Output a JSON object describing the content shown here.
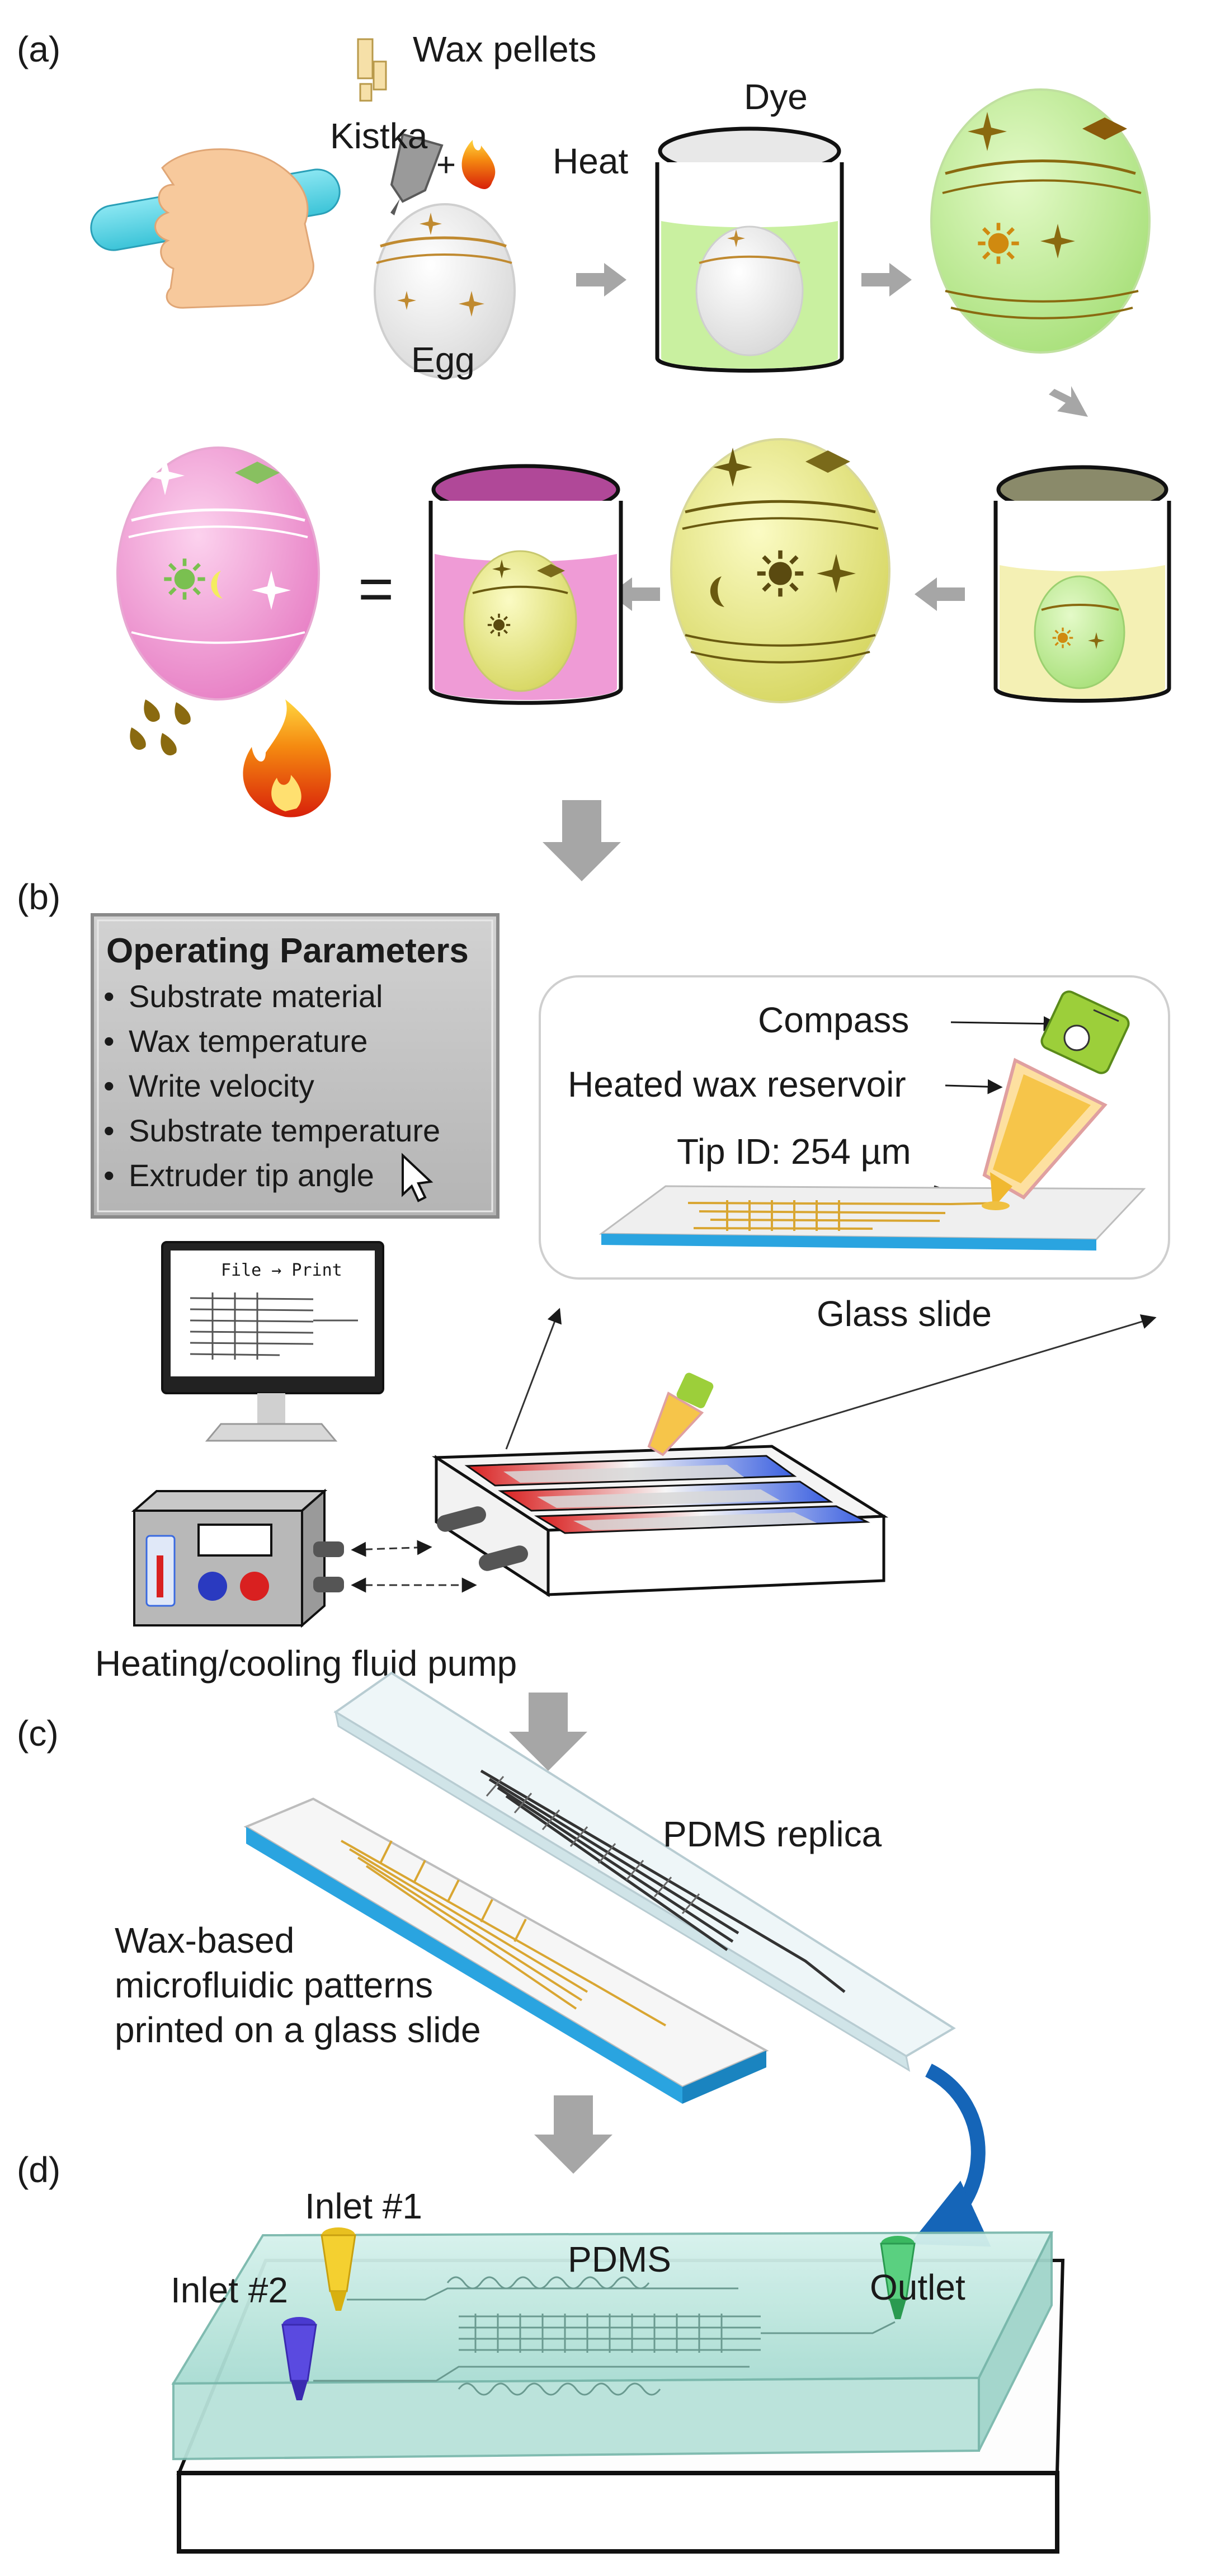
{
  "panels": {
    "a": "(a)",
    "b": "(b)",
    "c": "(c)",
    "d": "(d)"
  },
  "panel_a": {
    "wax_pellets": "Wax pellets",
    "kistka": "Kistka",
    "dye": "Dye",
    "heat": "Heat",
    "egg": "Egg",
    "plus": "+",
    "equals": "="
  },
  "panel_b": {
    "params_title": "Operating Parameters",
    "params": [
      "Substrate material",
      "Wax temperature",
      "Write velocity",
      "Substrate temperature",
      "Extruder tip angle"
    ],
    "compass": "Compass",
    "heated_wax_reservoir": "Heated wax reservoir",
    "tip_id": "Tip ID: 254 µm",
    "glass_slide": "Glass slide",
    "monitor_text": "File → Print",
    "pump": "Heating/cooling fluid pump"
  },
  "panel_c": {
    "pdms_replica": "PDMS replica",
    "wax_patterns": [
      "Wax-based",
      "microfluidic patterns",
      "printed on a glass slide"
    ]
  },
  "panel_d": {
    "inlet1": "Inlet #1",
    "inlet2": "Inlet #2",
    "pdms": "PDMS",
    "outlet": "Outlet"
  },
  "colors": {
    "egg_green": "#c9f0a0",
    "egg_yellow": "#ecec90",
    "egg_pink": "#f5a6d8",
    "wax_brown": "#8a5a0a",
    "slide_blue": "#2aa4e0",
    "arrow_gray": "#a6a6a6",
    "hot_red": "#d92020",
    "cool_blue": "#2a6ae0"
  }
}
